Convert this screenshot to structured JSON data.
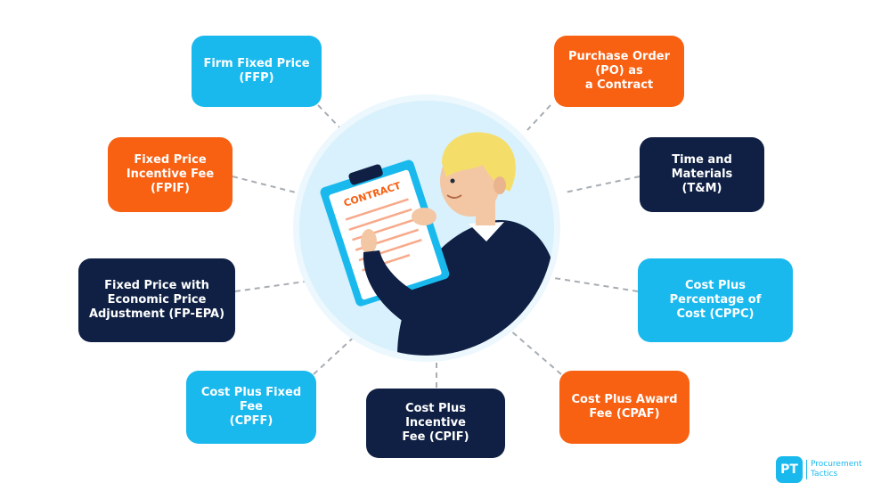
{
  "contract_types": {
    "ffp": "Firm Fixed Price\n(FFP)",
    "fpif": "Fixed Price\nIncentive Fee\n(FPIF)",
    "fpepa": "Fixed Price with\nEconomic Price\nAdjustment (FP-EPA)",
    "cpff": "Cost Plus Fixed Fee\n(CPFF)",
    "cpif": "Cost Plus Incentive\nFee (CPIF)",
    "cpaf": "Cost Plus Award\nFee (CPAF)",
    "cppc": "Cost Plus\nPercentage of\nCost (CPPC)",
    "tm": "Time and\nMaterials\n(T&M)",
    "po": "Purchase Order\n(PO) as\na Contract"
  },
  "illustration": {
    "clipboard_label": "CONTRACT"
  },
  "logo": {
    "mark": "PT",
    "line1": "Procurement",
    "line2": "Tactics"
  },
  "colors": {
    "cyan": "#19b9ee",
    "orange": "#f86012",
    "navy": "#0f2044",
    "circle": "#d8f1fc"
  }
}
